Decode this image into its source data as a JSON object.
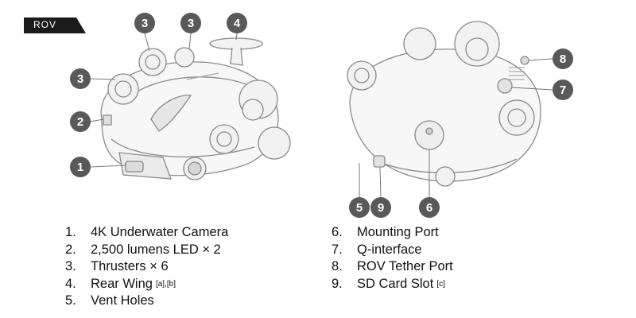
{
  "section_tag": "ROV",
  "colors": {
    "callout": "#595959",
    "tag": "#1a1a1a",
    "line": "#777777"
  },
  "callouts_left": [
    "3",
    "3",
    "4",
    "3",
    "2",
    "1"
  ],
  "callouts_right": [
    "8",
    "7",
    "5",
    "9",
    "6"
  ],
  "list_left": [
    {
      "num": "1.",
      "label": "4K Underwater Camera",
      "note": ""
    },
    {
      "num": "2.",
      "label": "2,500 lumens LED × 2",
      "note": ""
    },
    {
      "num": "3.",
      "label": "Thrusters × 6",
      "note": ""
    },
    {
      "num": "4.",
      "label": "Rear Wing",
      "note": "[a],[b]"
    },
    {
      "num": "5.",
      "label": "Vent Holes",
      "note": ""
    }
  ],
  "list_right": [
    {
      "num": "6.",
      "label": "Mounting Port",
      "note": ""
    },
    {
      "num": "7.",
      "label": "Q-interface",
      "note": ""
    },
    {
      "num": "8.",
      "label": "ROV Tether Port",
      "note": ""
    },
    {
      "num": "9.",
      "label": "SD Card Slot",
      "note": "[c]"
    }
  ]
}
